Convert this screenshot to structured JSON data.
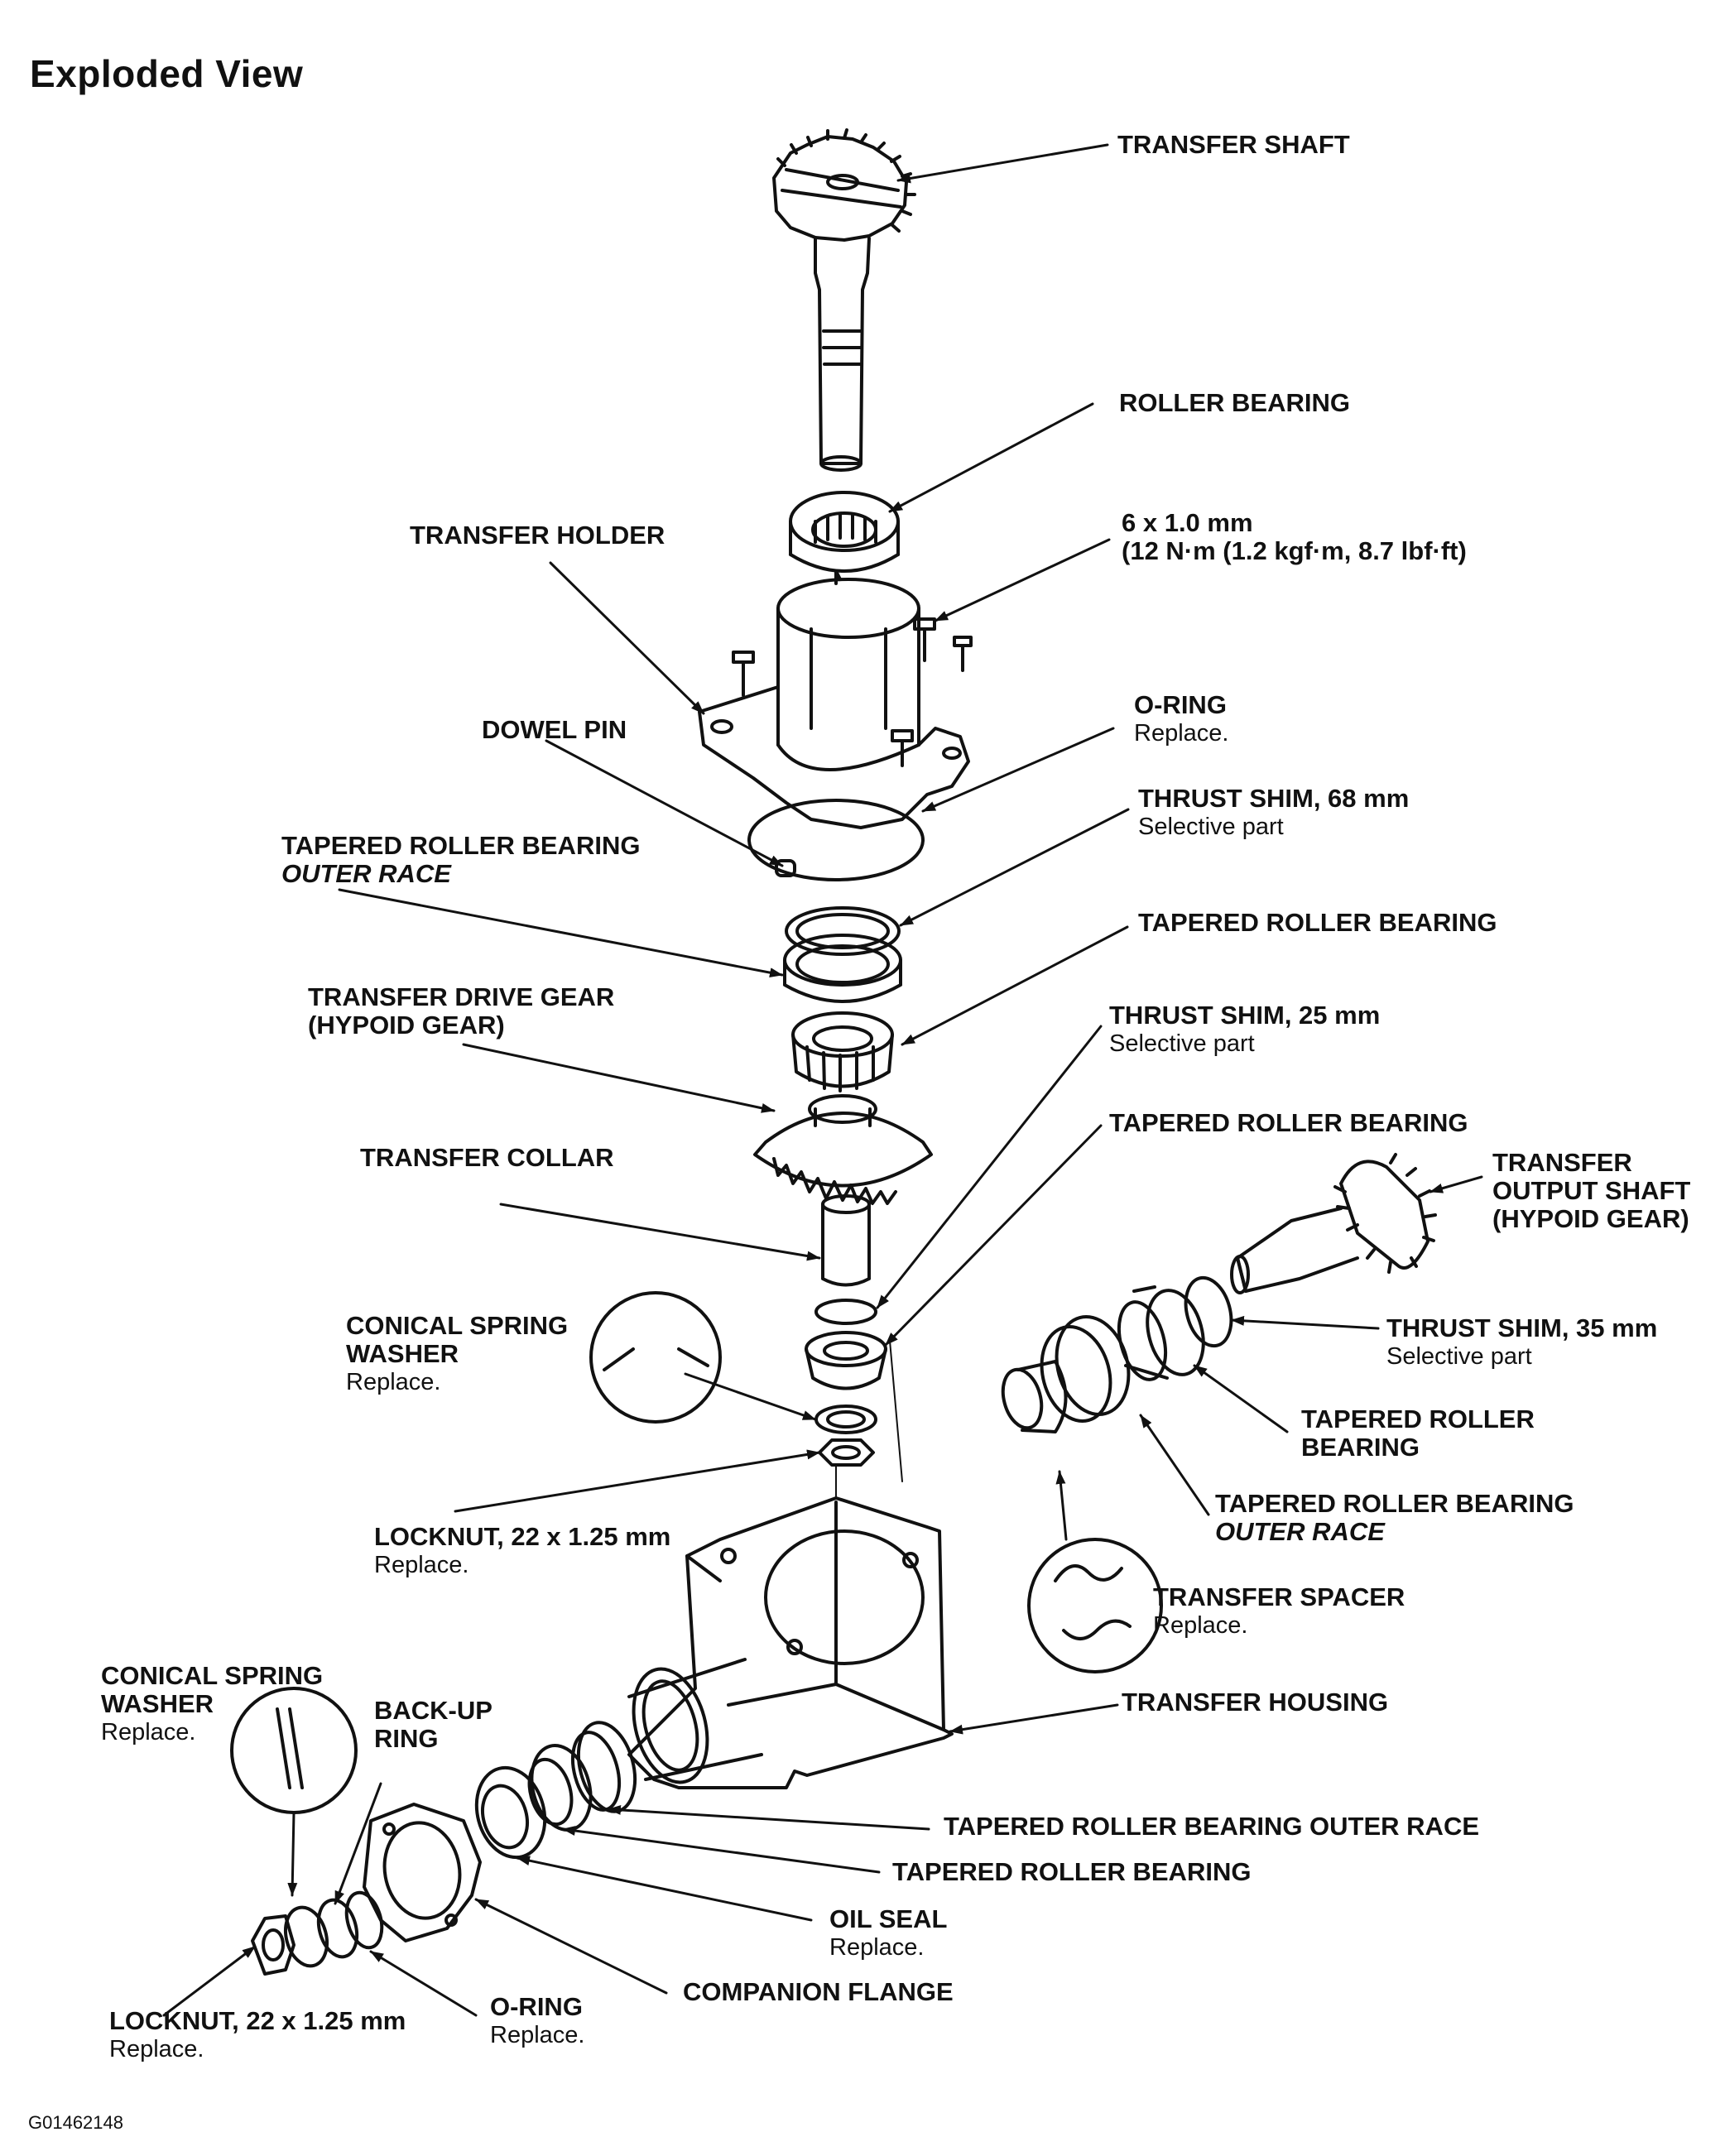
{
  "title": "Exploded View",
  "figure_code": "G01462148",
  "callouts": {
    "transfer_shaft": "TRANSFER SHAFT",
    "roller_bearing": "ROLLER BEARING",
    "bolt_size": "6 x 1.0 mm",
    "bolt_torque": "(12 N·m (1.2 kgf·m, 8.7 lbf·ft)",
    "transfer_holder": "TRANSFER HOLDER",
    "o_ring_top": "O-RING",
    "o_ring_top_note": "Replace.",
    "dowel_pin": "DOWEL PIN",
    "thrust_shim_68": "THRUST SHIM, 68 mm",
    "thrust_shim_68_note": "Selective part",
    "trb_outer_race_1": "TAPERED ROLLER BEARING",
    "trb_outer_race_2": "OUTER RACE",
    "tapered_roller_bearing_upper": "TAPERED ROLLER BEARING",
    "drive_gear_1": "TRANSFER DRIVE GEAR",
    "drive_gear_2": "(HYPOID GEAR)",
    "thrust_shim_25": "THRUST SHIM, 25 mm",
    "thrust_shim_25_note": "Selective part",
    "tapered_roller_bearing_mid": "TAPERED ROLLER BEARING",
    "transfer_collar": "TRANSFER COLLAR",
    "output_shaft_1": "TRANSFER",
    "output_shaft_2": "OUTPUT SHAFT",
    "output_shaft_3": "(HYPOID GEAR)",
    "conical_washer_1": "CONICAL SPRING",
    "conical_washer_2": "WASHER",
    "conical_washer_note": "Replace.",
    "thrust_shim_35": "THRUST SHIM, 35 mm",
    "thrust_shim_35_note": "Selective part",
    "trb_right_1": "TAPERED ROLLER",
    "trb_right_2": "BEARING",
    "trb_right_race_1": "TAPERED ROLLER BEARING",
    "trb_right_race_2": "OUTER RACE",
    "locknut_upper": "LOCKNUT, 22 x 1.25 mm",
    "locknut_upper_note": "Replace.",
    "transfer_spacer": "TRANSFER SPACER",
    "transfer_spacer_note": "Replace.",
    "conical_washer_low_1": "CONICAL SPRING",
    "conical_washer_low_2": "WASHER",
    "conical_washer_low_note": "Replace.",
    "backup_ring_1": "BACK-UP",
    "backup_ring_2": "RING",
    "transfer_housing": "TRANSFER HOUSING",
    "trb_outer_race_low": "TAPERED ROLLER BEARING OUTER RACE",
    "trb_low": "TAPERED ROLLER BEARING",
    "oil_seal": "OIL SEAL",
    "oil_seal_note": "Replace.",
    "companion_flange": "COMPANION FLANGE",
    "locknut_lower": "LOCKNUT, 22 x 1.25 mm",
    "locknut_lower_note": "Replace.",
    "o_ring_low": "O-RING",
    "o_ring_low_note": "Replace."
  }
}
